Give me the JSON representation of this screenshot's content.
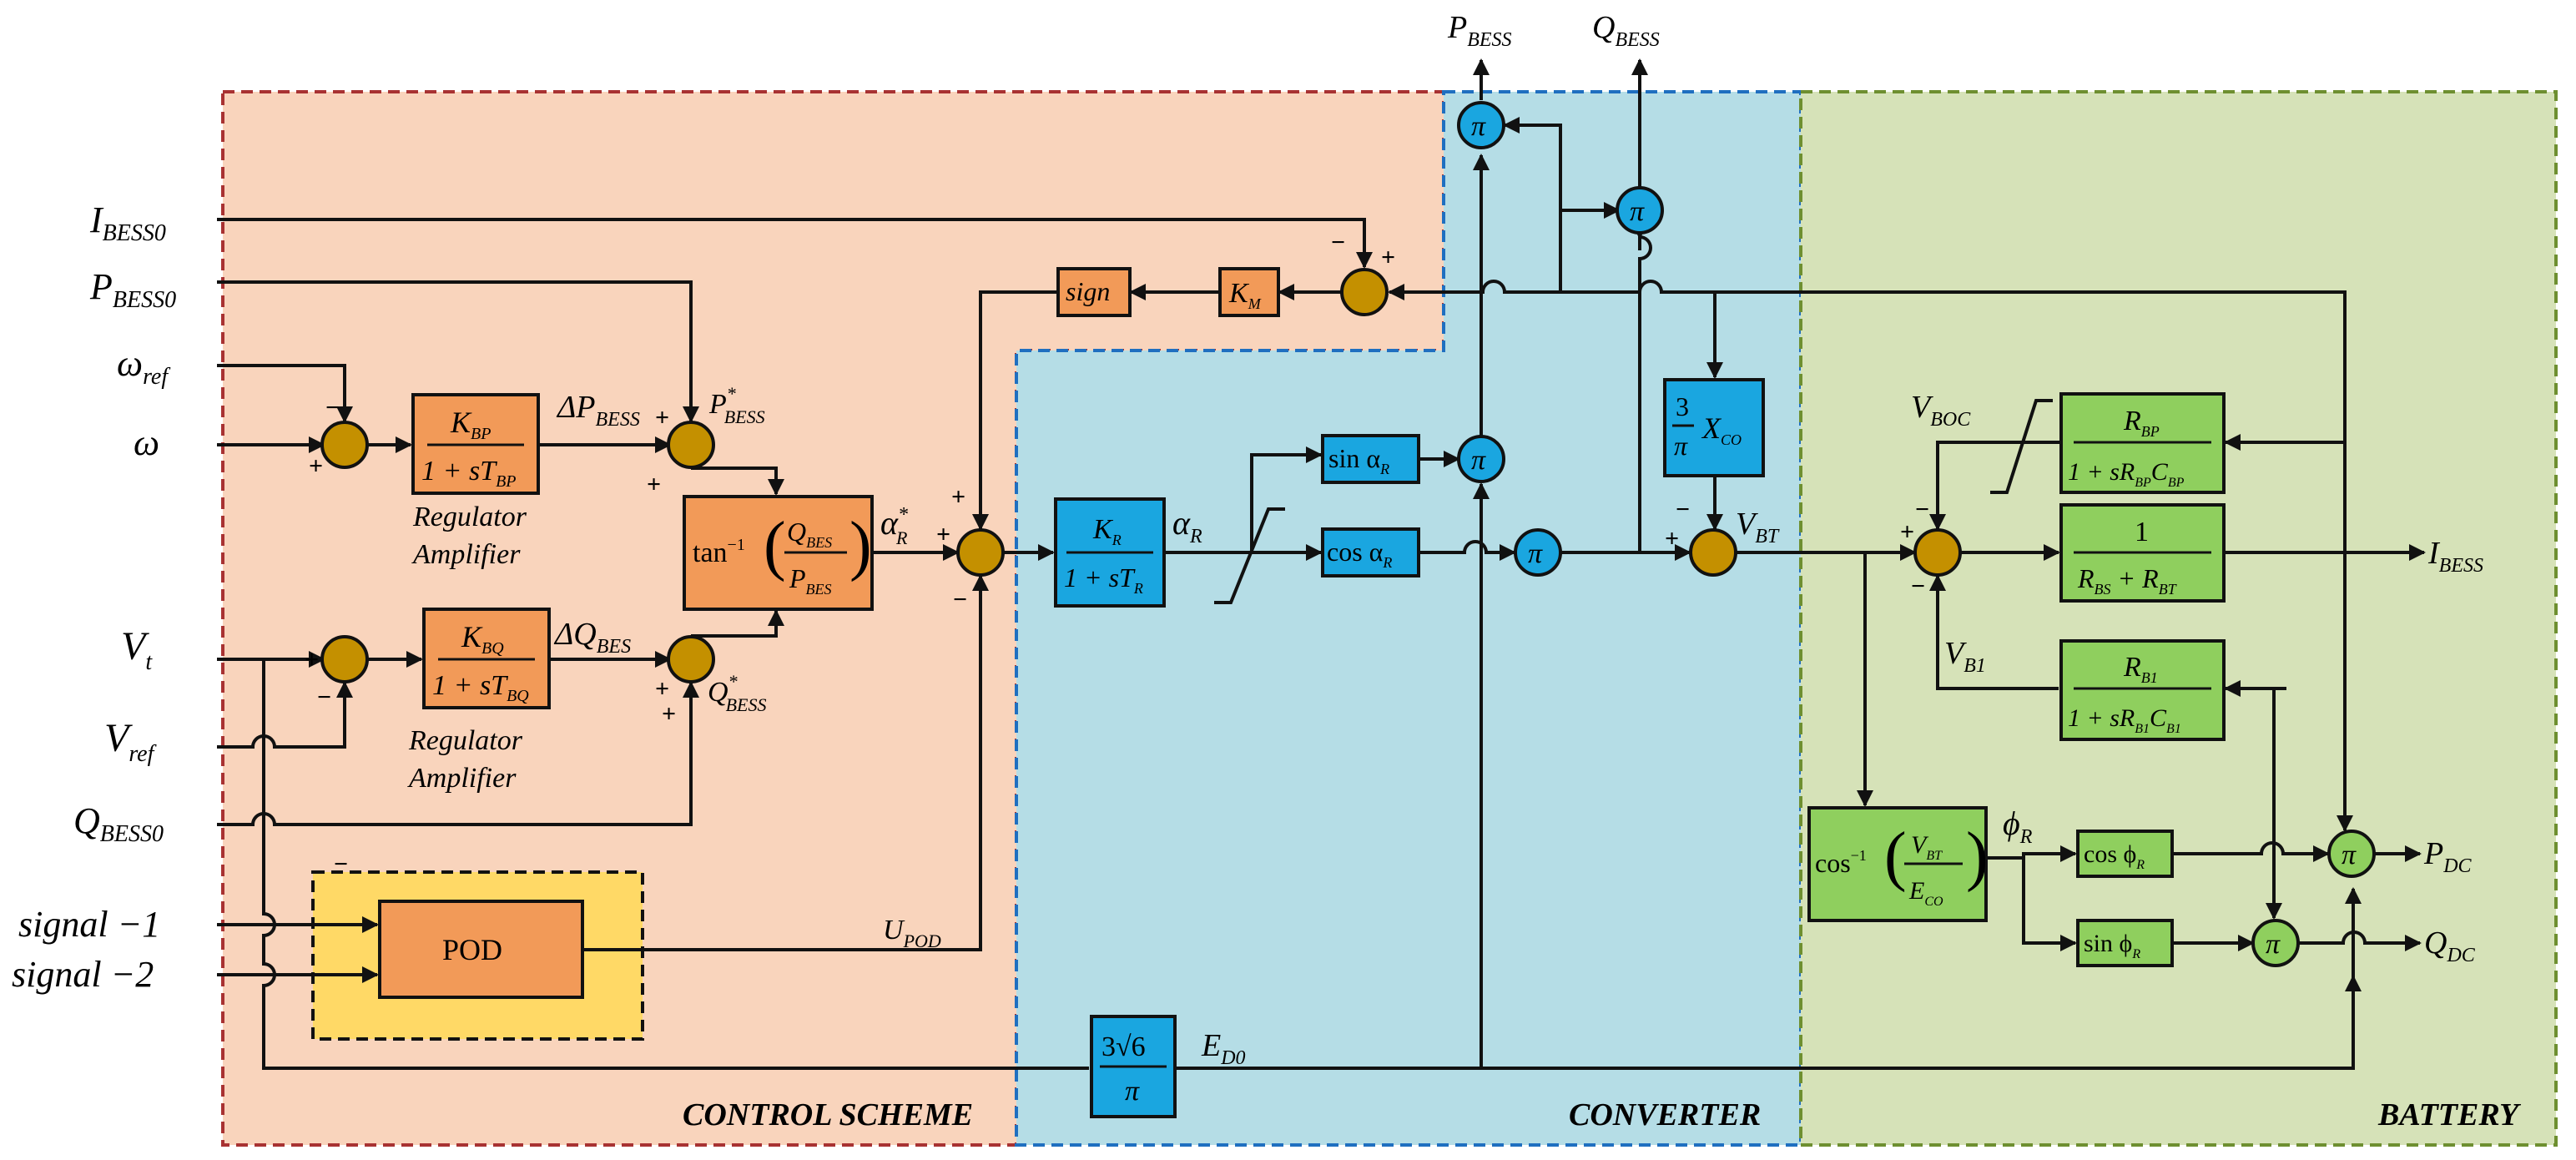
{
  "regions": {
    "control": "CONTROL SCHEME",
    "converter": "CONVERTER",
    "battery": "BATTERY"
  },
  "colors": {
    "control_fill": "#f9d4bc",
    "converter_fill": "#b5dde6",
    "battery_fill": "#d6e2b8",
    "pod_fill": "#ffd966",
    "orange_block": "#f29a58",
    "blue_block": "#1aa6e0",
    "green_block": "#8fcf5e",
    "summer": "#c49000"
  },
  "inputs": {
    "i_bess0": "I",
    "i_bess0_sub": "BESS0",
    "p_bess0": "P",
    "p_bess0_sub": "BESS0",
    "omega_ref": "ω",
    "omega_ref_sub": "ref",
    "omega": "ω",
    "vt": "V",
    "vt_sub": "t",
    "vref": "V",
    "vref_sub": "ref",
    "q_bess0": "Q",
    "q_bess0_sub": "BESS0",
    "signal1": "signal −1",
    "signal2": "signal −2"
  },
  "outputs": {
    "p_bess": "P",
    "p_bess_sub": "BESS",
    "q_bess": "Q",
    "q_bess_sub": "BESS",
    "i_bess": "I",
    "i_bess_sub": "BESS",
    "p_dc": "P",
    "p_dc_sub": "DC",
    "q_dc": "Q",
    "q_dc_sub": "DC"
  },
  "blocks": {
    "kbp_num": "K",
    "kbp_num_sub": "BP",
    "kbp_den": "1 + sT",
    "kbp_den_sub": "BP",
    "kbq_num": "K",
    "kbq_num_sub": "BQ",
    "kbq_den": "1 + sT",
    "kbq_den_sub": "BQ",
    "reg_amp_1a": "Regulator",
    "reg_amp_1b": "Amplifier",
    "reg_amp_2a": "Regulator",
    "reg_amp_2b": "Amplifier",
    "tan_fn": "tan",
    "tan_sup": "−1",
    "tan_num": "Q",
    "tan_num_sub": "BES",
    "tan_den": "P",
    "tan_den_sub": "BES",
    "sign": "sign",
    "km": "K",
    "km_sub": "M",
    "pod": "POD",
    "kr_num": "K",
    "kr_num_sub": "R",
    "kr_den": "1 + sT",
    "kr_den_sub": "R",
    "sin_a": "sin α",
    "sin_a_sub": "R",
    "cos_a": "cos α",
    "cos_a_sub": "R",
    "xco_num": "3",
    "xco_den": "π",
    "xco_x": "X",
    "xco_sub": "CO",
    "ed_num": "3√6",
    "ed_den": "π",
    "rbp_num": "R",
    "rbp_num_sub": "BP",
    "rbp_den": "1 + sR",
    "rbp_den_sub1": "BP",
    "rbp_den_c": "C",
    "rbp_den_sub2": "BP",
    "rbs_num": "1",
    "rbs_den_a": "R",
    "rbs_den_a_sub": "BS",
    "rbs_den_plus": " + R",
    "rbs_den_b_sub": "BT",
    "rb1_num": "R",
    "rb1_num_sub": "B1",
    "rb1_den": "1 + sR",
    "rb1_den_sub1": "B1",
    "rb1_den_c": "C",
    "rb1_den_sub2": "B1",
    "acos_fn": "cos",
    "acos_sup": "−1",
    "acos_num": "V",
    "acos_num_sub": "BT",
    "acos_den": "E",
    "acos_den_sub": "CO",
    "cos_phi": "cos ϕ",
    "cos_phi_sub": "R",
    "sin_phi": "sin ϕ",
    "sin_phi_sub": "R",
    "pi": "π"
  },
  "signals": {
    "delta_p": "ΔP",
    "delta_p_sub": "BESS",
    "delta_q": "ΔQ",
    "delta_q_sub": "BES",
    "p_star": "P",
    "p_star_sub": "BESS",
    "q_star": "Q",
    "q_star_sub": "BESS",
    "alpha_star": "α",
    "alpha_star_sub": "R",
    "alpha": "α",
    "alpha_sub": "R",
    "upod": "U",
    "upod_sub": "POD",
    "vbt": "V",
    "vbt_sub": "BT",
    "ed0": "E",
    "ed0_sub": "D0",
    "vboc": "V",
    "vboc_sub": "BOC",
    "vb1": "V",
    "vb1_sub": "B1",
    "phi": "ϕ",
    "phi_sub": "R",
    "star": "*",
    "plus": "+",
    "minus": "−"
  }
}
